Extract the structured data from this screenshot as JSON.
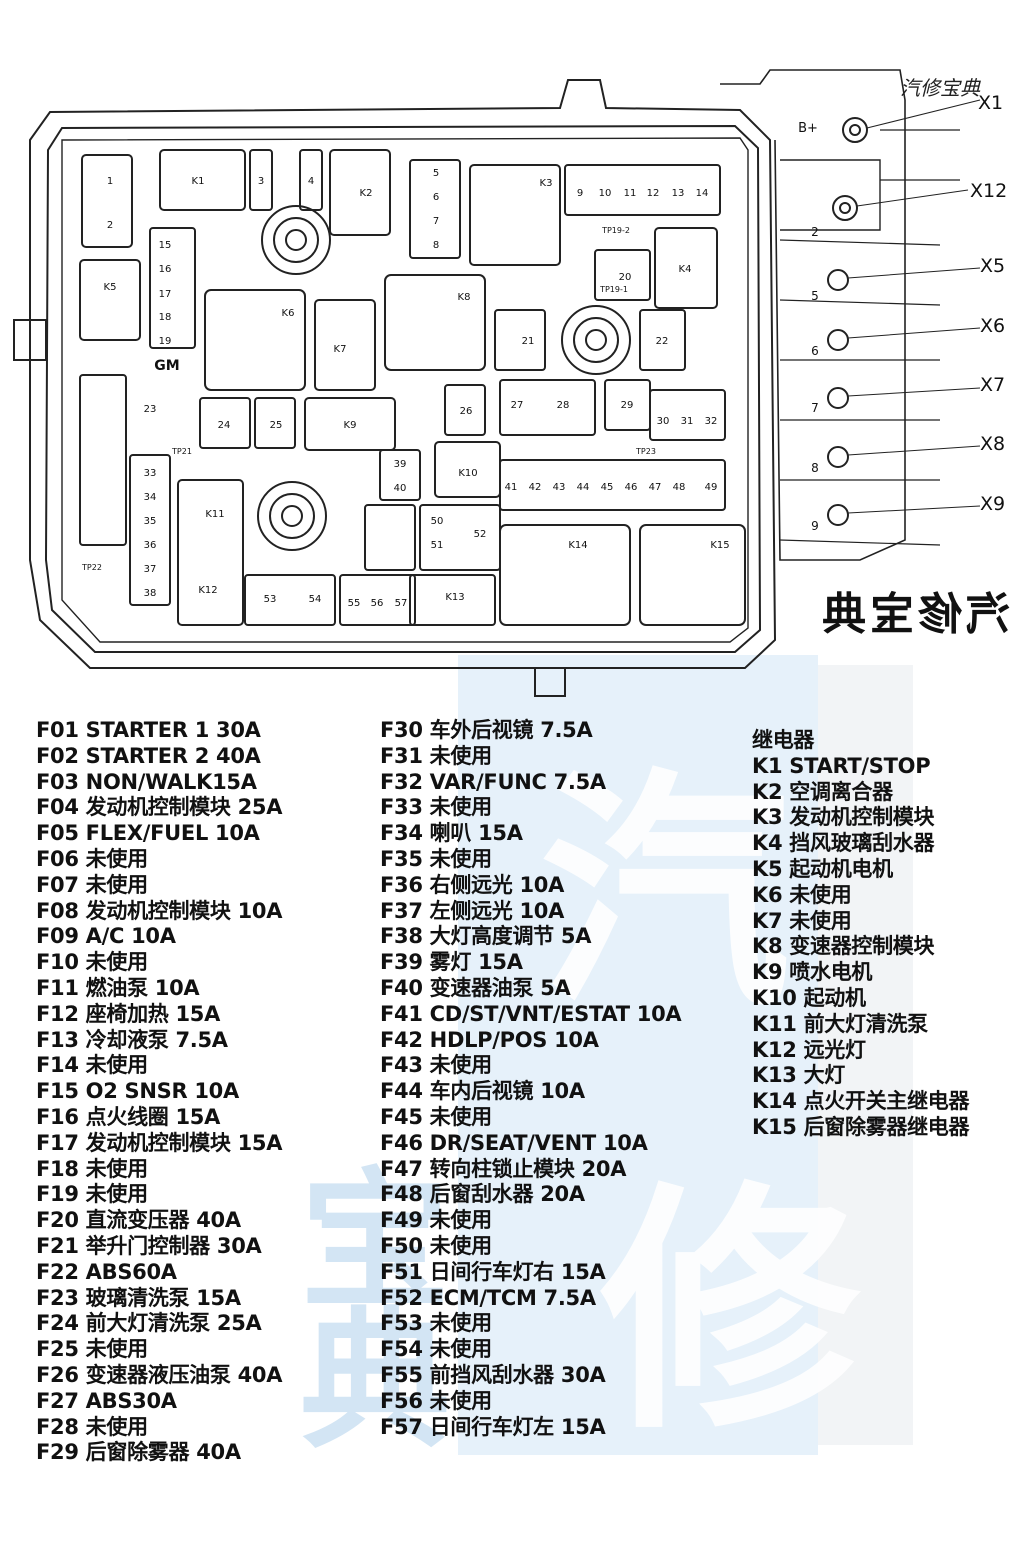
{
  "logos": {
    "top": "汽修宝典",
    "big": "汽修宝典"
  },
  "watermark": {
    "chars": [
      "汽",
      "修",
      "宝",
      "典"
    ]
  },
  "connectors": [
    "X1",
    "X12",
    "X5",
    "X6",
    "X7",
    "X8",
    "X9"
  ],
  "diagram_labels": {
    "gm": "GM",
    "studs": [
      "B+",
      "2",
      "5",
      "6",
      "7",
      "8",
      "9"
    ],
    "tp": [
      "TP19-2",
      "TP19-1",
      "TP21",
      "TP22",
      "TP23"
    ]
  },
  "fuses_col1": [
    "F01 STARTER 1 30A",
    "F02 STARTER 2 40A",
    "F03 NON/WALK15A",
    "F04 发动机控制模块  25A",
    "F05 FLEX/FUEL 10A",
    "F06 未使用",
    "F07 未使用",
    "F08 发动机控制模块  10A",
    "F09 A/C 10A",
    "F10 未使用",
    "F11 燃油泵  10A",
    "F12 座椅加热  15A",
    "F13 冷却液泵  7.5A",
    "F14 未使用",
    "F15 O2 SNSR 10A",
    "F16 点火线圈  15A",
    "F17 发动机控制模块  15A",
    "F18 未使用",
    "F19 未使用",
    "F20 直流变压器  40A",
    "F21 举升门控制器  30A",
    "F22 ABS60A",
    "F23 玻璃清洗泵  15A",
    "F24 前大灯清洗泵  25A",
    "F25 未使用",
    "F26 变速器液压油泵  40A",
    "F27 ABS30A",
    "F28 未使用",
    "F29 后窗除雾器  40A"
  ],
  "fuses_col2": [
    "F30 车外后视镜  7.5A",
    "F31 未使用",
    "F32 VAR/FUNC  7.5A",
    "F33 未使用",
    "F34 喇叭  15A",
    "F35 未使用",
    "F36 右侧远光  10A",
    "F37 左侧远光  10A",
    "F38 大灯高度调节  5A",
    "F39 雾灯  15A",
    "F40 变速器油泵  5A",
    "F41 CD/ST/VNT/ESTAT 10A",
    "F42 HDLP/POS 10A",
    "F43 未使用",
    "F44 车内后视镜  10A",
    "F45 未使用",
    "F46 DR/SEAT/VENT 10A",
    "F47 转向柱锁止模块  20A",
    "F48 后窗刮水器  20A",
    "F49 未使用",
    "F50 未使用",
    "F51 日间行车灯右  15A",
    "F52 ECM/TCM 7.5A",
    "F53 未使用",
    "F54 未使用",
    "F55 前挡风刮水器  30A",
    "F56 未使用",
    "F57 日间行车灯左  15A"
  ],
  "relays": [
    "继电器",
    "K1 START/STOP",
    "K2 空调离合器",
    "K3 发动机控制模块",
    "K4 挡风玻璃刮水器",
    "K5 起动机电机",
    "K6 未使用",
    "K7 未使用",
    "K8 变速器控制模块",
    "K9 喷水电机",
    "K10 起动机",
    "K11 前大灯清洗泵",
    "K12 远光灯",
    "K13 大灯",
    "K14 点火开关主继电器",
    "K15 后窗除雾器继电器"
  ],
  "box_fuses": [
    {
      "n": "1"
    },
    {
      "n": "2"
    },
    {
      "n": "3"
    },
    {
      "n": "4"
    },
    {
      "n": "9"
    },
    {
      "n": "10"
    },
    {
      "n": "11"
    },
    {
      "n": "12"
    },
    {
      "n": "13"
    },
    {
      "n": "14"
    },
    {
      "n": "5"
    },
    {
      "n": "6"
    },
    {
      "n": "7"
    },
    {
      "n": "8"
    },
    {
      "n": "15"
    },
    {
      "n": "16"
    },
    {
      "n": "17"
    },
    {
      "n": "18"
    },
    {
      "n": "19"
    },
    {
      "n": "20"
    },
    {
      "n": "21"
    },
    {
      "n": "22"
    },
    {
      "n": "23"
    },
    {
      "n": "24"
    },
    {
      "n": "25"
    },
    {
      "n": "26"
    },
    {
      "n": "27"
    },
    {
      "n": "28"
    },
    {
      "n": "29"
    },
    {
      "n": "30"
    },
    {
      "n": "31"
    },
    {
      "n": "32"
    },
    {
      "n": "33"
    },
    {
      "n": "34"
    },
    {
      "n": "35"
    },
    {
      "n": "36"
    },
    {
      "n": "37"
    },
    {
      "n": "38"
    },
    {
      "n": "39"
    },
    {
      "n": "40"
    },
    {
      "n": "41"
    },
    {
      "n": "42"
    },
    {
      "n": "43"
    },
    {
      "n": "44"
    },
    {
      "n": "45"
    },
    {
      "n": "46"
    },
    {
      "n": "47"
    },
    {
      "n": "48"
    },
    {
      "n": "49"
    },
    {
      "n": "50"
    },
    {
      "n": "51"
    },
    {
      "n": "52"
    },
    {
      "n": "53"
    },
    {
      "n": "54"
    },
    {
      "n": "55"
    },
    {
      "n": "56"
    },
    {
      "n": "57"
    }
  ],
  "box_relays": [
    "K1",
    "K2",
    "K3",
    "K4",
    "K5",
    "K6",
    "K7",
    "K8",
    "K9",
    "K10",
    "K11",
    "K12",
    "K13",
    "K14",
    "K15"
  ]
}
